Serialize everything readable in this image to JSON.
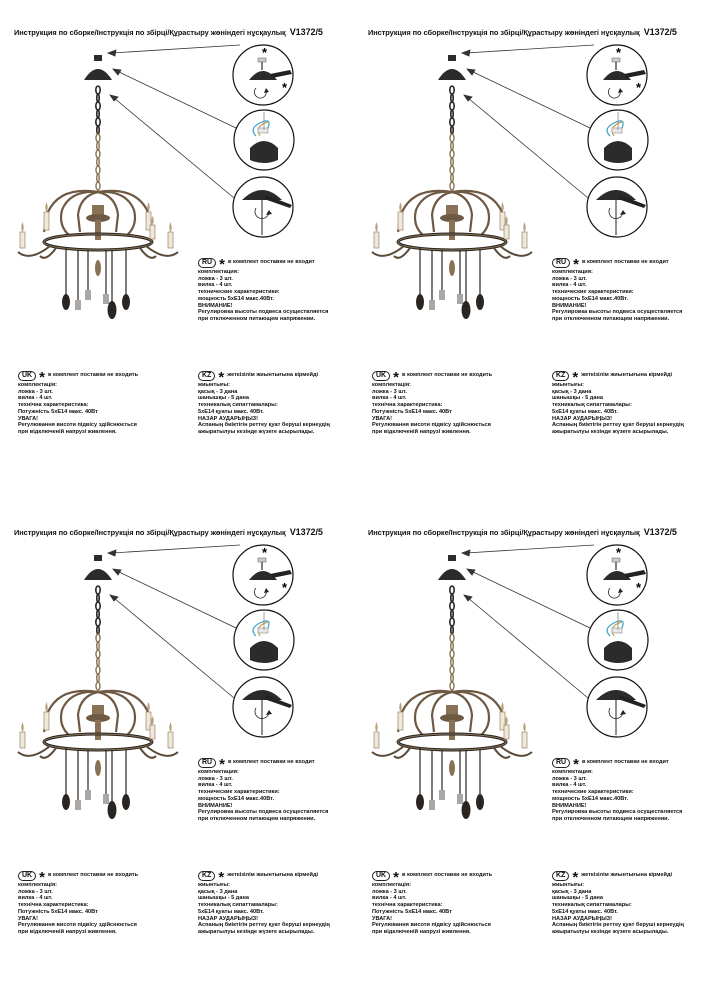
{
  "title": {
    "text": "Инструкция по сборке/Інструкція по збірці/Құрастыру жөніндегі нұсқаулық",
    "code": "V1372/5"
  },
  "callout_star": "*",
  "ru": {
    "badge": "RU",
    "star": "*",
    "note": "в комплект поставки не входит",
    "lines": [
      "комплектация:",
      "ложка - 3 шт.",
      "вилка - 4 шт.",
      "технические характеристики:",
      "мощность 5хЕ14 макс.40Вт.",
      "ВНИМАНИЕ!",
      "Регулировка высоты подвеса осуществляется",
      "при отключенном питающем напряжении."
    ]
  },
  "uk": {
    "badge": "UK",
    "star": "*",
    "note": "в комплект поставки не входить",
    "lines": [
      "комплектація:",
      "ложка - 3 шт.",
      "вилка - 4 шт.",
      "технічна характеристика:",
      "Потужність 5хЕ14 макс. 40Вт",
      "УВАГА!",
      "Регулювання висоти підвісу здійснюється",
      "при відключеній напрузі живлення."
    ]
  },
  "kz": {
    "badge": "KZ",
    "star": "*",
    "note": "жеткізілім жиынтығына кірмейді",
    "lines": [
      "жиынтығы:",
      "қасық - 3 дана",
      "шанышқы - 5 дана",
      "техникалық сипаттамалары:",
      "5хЕ14 қуаты макс. 40Вт.",
      "НАЗАР АУДАРЫҢЫЗ!",
      "Аспаның биіктігін реттеу қуат беруші кернеудің",
      "ажыратылуы кезінде жүзеге асырылады."
    ]
  },
  "colors": {
    "metal_dark": "#2a2520",
    "metal_bronze": "#8a7256",
    "metal_light": "#b9a27e",
    "canopy": "#2b2b2b",
    "candle": "#efe9da",
    "arrow": "#333333"
  }
}
